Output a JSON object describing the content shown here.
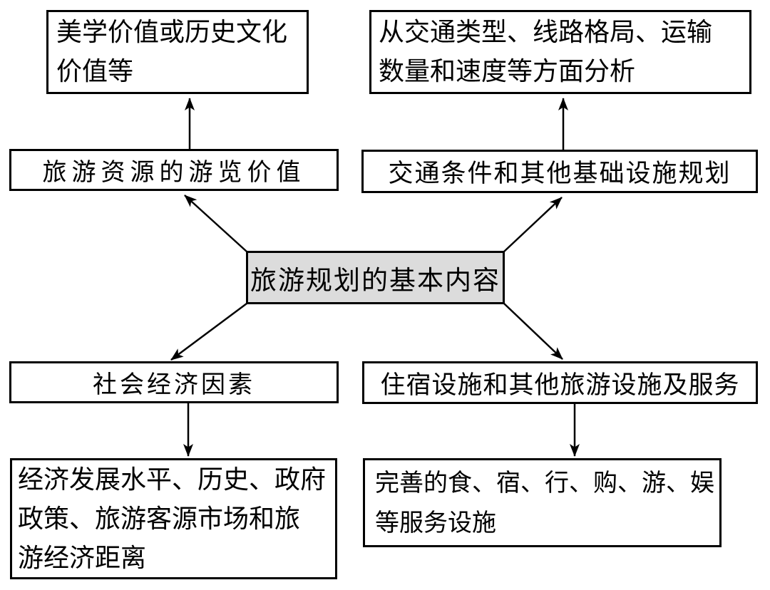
{
  "diagram": {
    "center": {
      "label": "旅游规划的基本内容"
    },
    "top_left_detail": {
      "lines": [
        "美学价值或历史文化",
        "价值等"
      ]
    },
    "top_right_detail": {
      "lines": [
        "从交通类型、线路格局、运输",
        "数量和速度等方面分析"
      ]
    },
    "tour_value": {
      "label": "旅游资源的游览价值"
    },
    "infrastructure": {
      "label": "交通条件和其他基础设施规划"
    },
    "socioeconomic": {
      "label": "社会经济因素"
    },
    "accommodation": {
      "label": "住宿设施和其他旅游设施及服务"
    },
    "economy_detail": {
      "lines": [
        "经济发展水平、历史、政府",
        "政策、旅游客源市场和旅",
        "游经济距离"
      ]
    },
    "services_detail": {
      "lines": [
        "完善的食、宿、行、购、游、娱",
        "等服务设施"
      ]
    },
    "colors": {
      "border": "#000000",
      "center_fill": "#dcdcdc",
      "background": "#ffffff"
    }
  }
}
